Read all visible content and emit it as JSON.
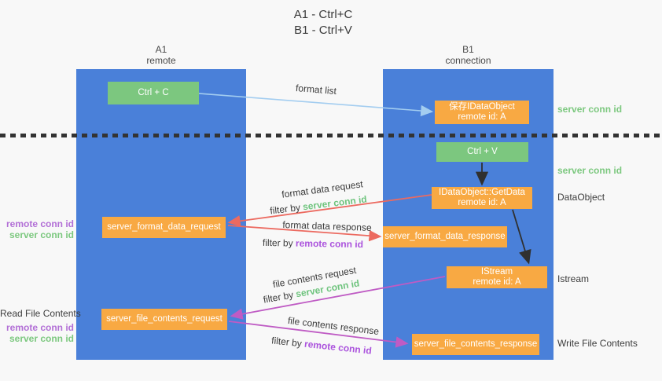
{
  "title": {
    "line1": "A1 - Ctrl+C",
    "line2": "B1 - Ctrl+V"
  },
  "lanes": {
    "a1": {
      "title": "A1",
      "subtitle": "remote"
    },
    "b1": {
      "title": "B1",
      "subtitle": "connection"
    }
  },
  "boxes": {
    "ctrl_c": {
      "label": "Ctrl + C"
    },
    "save_dataobject": {
      "line1": "保存IDataObject",
      "line2": "remote id: A"
    },
    "ctrl_v": {
      "label": "Ctrl + V"
    },
    "getdata": {
      "line1": "IDataObject::GetData",
      "line2": "remote id: A"
    },
    "format_request": {
      "label": "server_format_data_request"
    },
    "format_response": {
      "label": "server_format_data_response"
    },
    "istream": {
      "line1": "IStream",
      "line2": "remote id: A"
    },
    "file_request": {
      "label": "server_file_contents_request"
    },
    "file_response": {
      "label": "server_file_contents_response"
    }
  },
  "arrows": {
    "format_list": {
      "label": "format list"
    },
    "format_data_request": {
      "label": "format data request",
      "filter_prefix": "filter by ",
      "filter_key": "server conn id"
    },
    "format_data_response": {
      "label": "format data response",
      "filter_prefix": "filter by ",
      "filter_key": "remote conn id"
    },
    "file_contents_request": {
      "label": "file contents request",
      "filter_prefix": "filter by ",
      "filter_key": "server conn id"
    },
    "file_contents_response": {
      "label": "file contents response",
      "filter_prefix": "filter by ",
      "filter_key": "remote conn id"
    }
  },
  "side_labels": {
    "right_server_conn_top": "server conn id",
    "right_server_conn_mid": "server conn id",
    "right_dataobject": "DataObject",
    "right_istream": "Istream",
    "right_write_file": "Write File Contents",
    "left_remote_conn_top": "remote conn id",
    "left_server_conn_top": "server conn id",
    "left_read_file": "Read File Contents",
    "left_remote_conn_bottom": "remote conn id",
    "left_server_conn_bottom": "server conn id"
  },
  "colors": {
    "lane_blue": "#4a80d9",
    "green_box": "#7cc77f",
    "orange_box": "#f8a943",
    "green_text": "#6fc47e",
    "purple_text": "#ab53dd",
    "arrow_blue": "#a3cdf0",
    "arrow_red": "#ec6a60",
    "arrow_magenta": "#bf5bc4",
    "arrow_black": "#303030"
  }
}
